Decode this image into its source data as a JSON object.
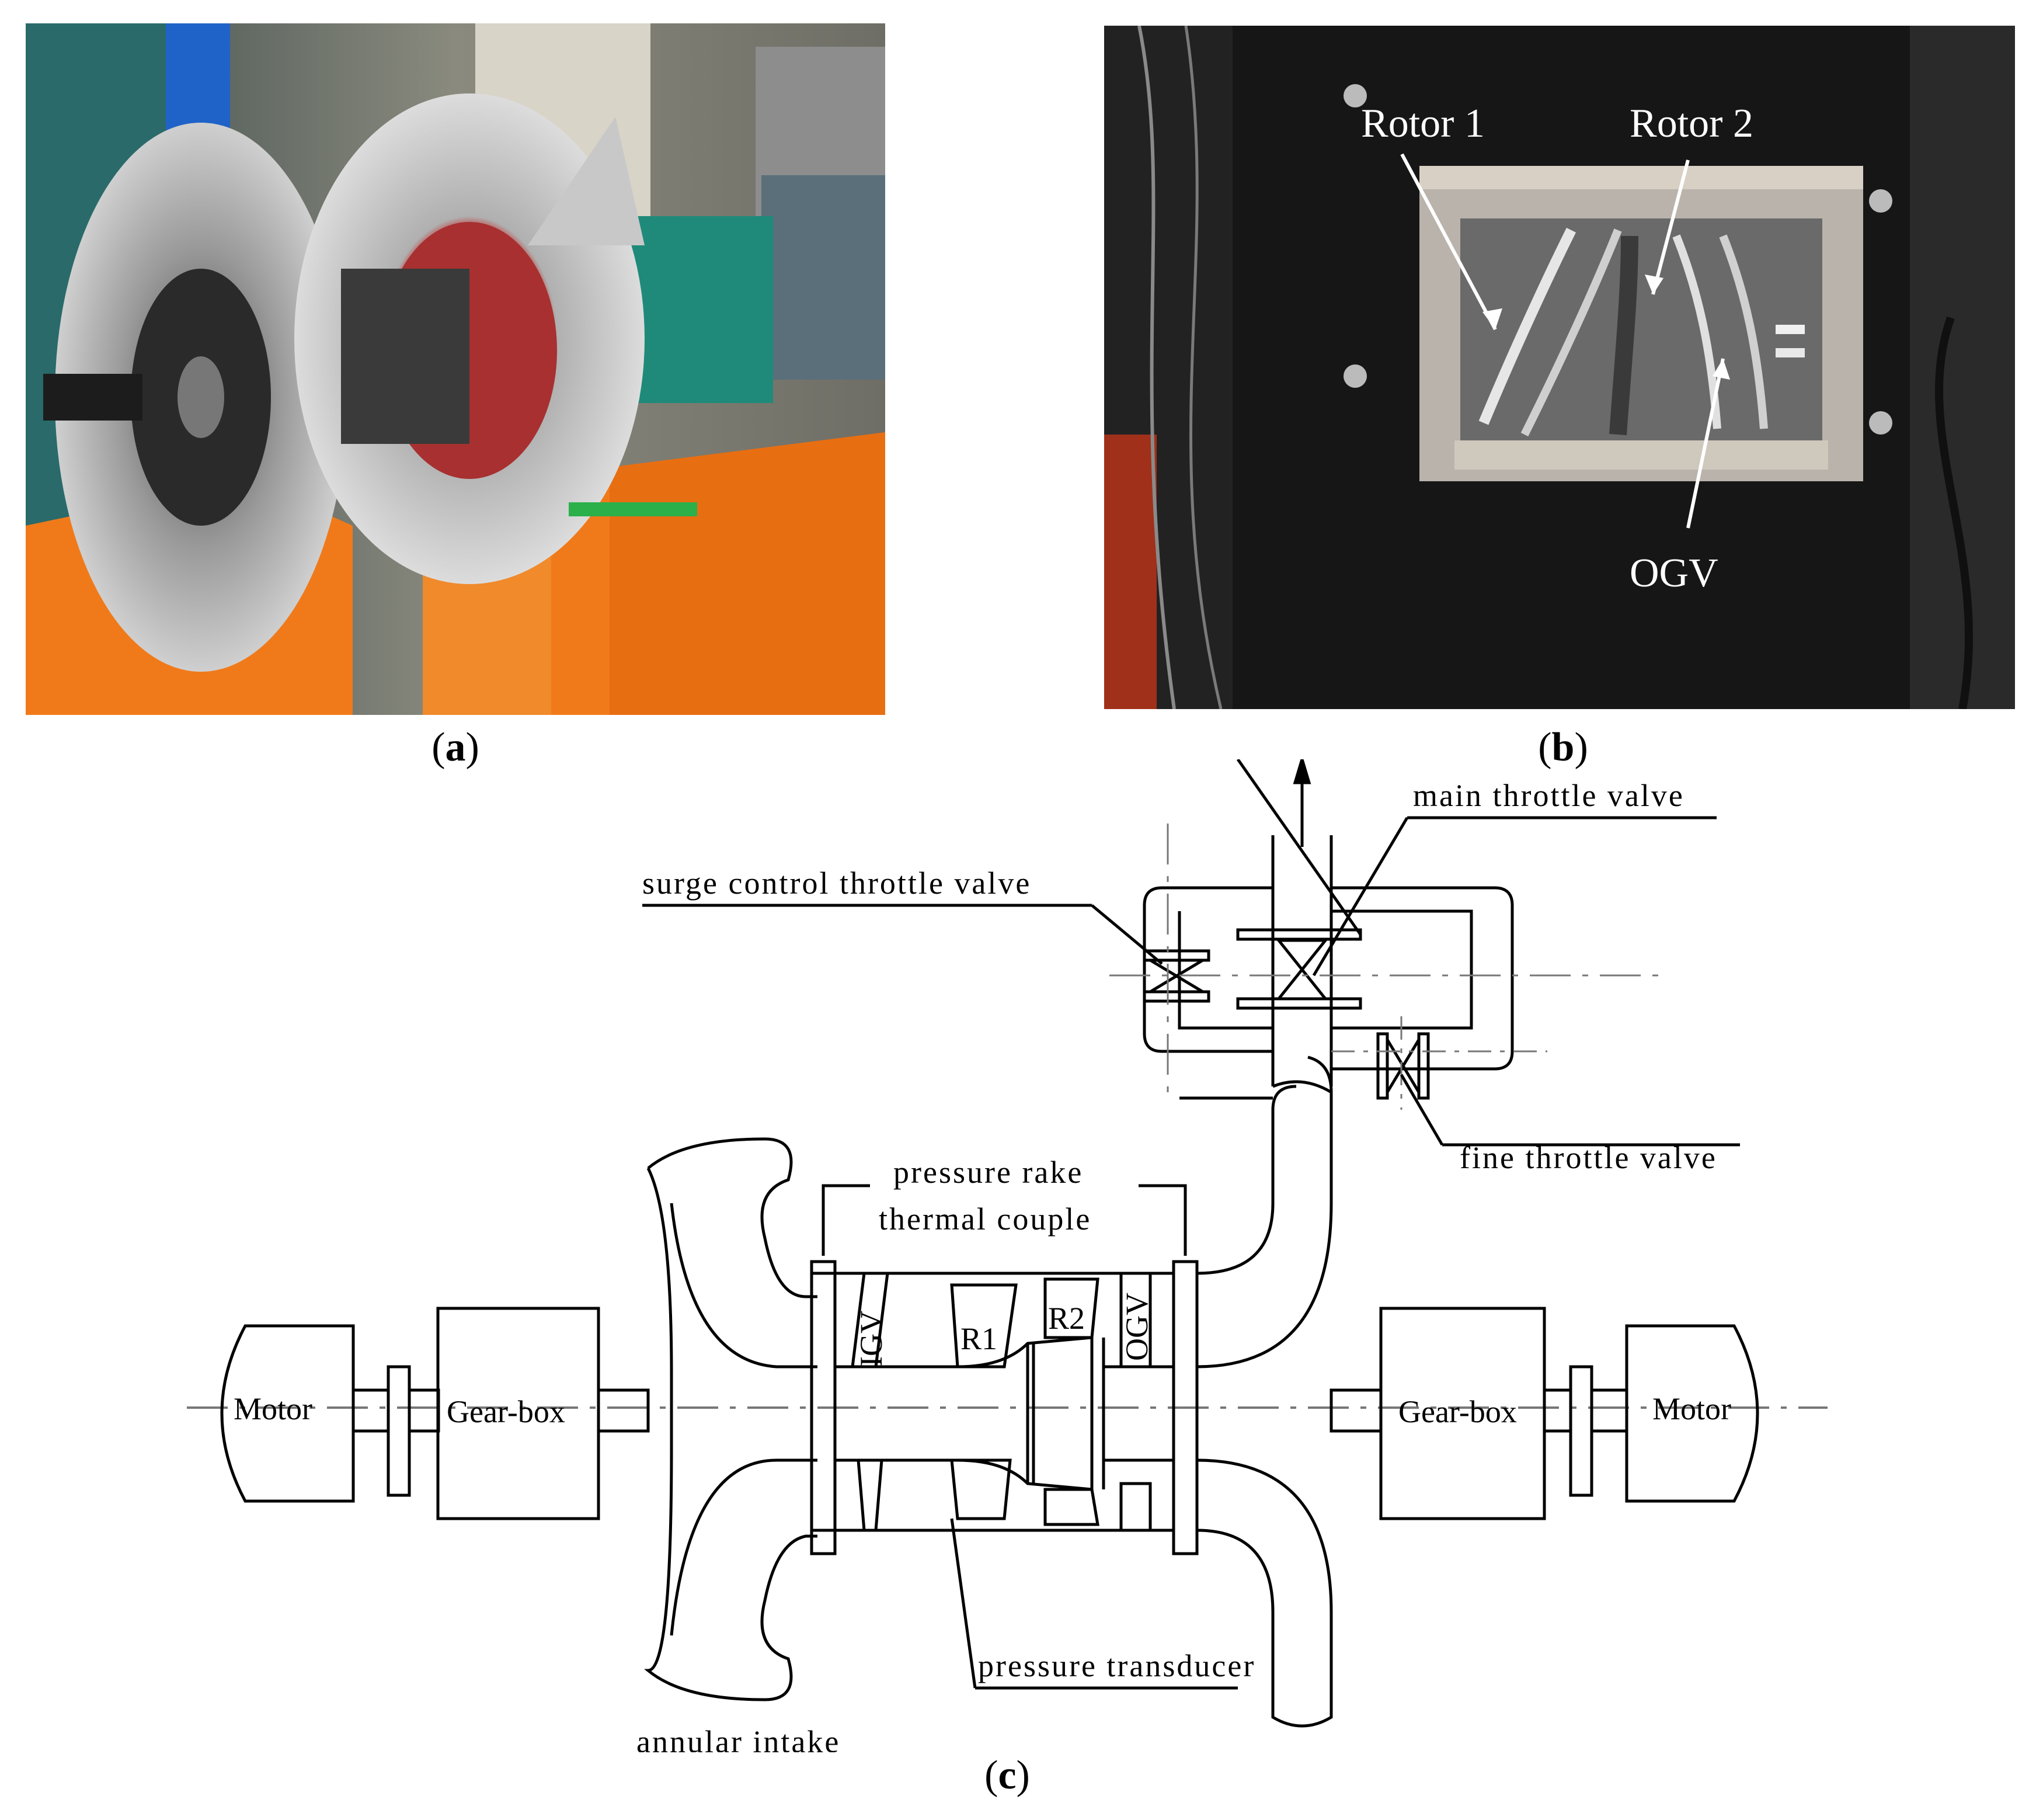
{
  "captions": {
    "a": "a",
    "b": "b",
    "c": "c"
  },
  "panel_b_labels": {
    "rotor1": "Rotor 1",
    "rotor2": "Rotor 2",
    "ogv": "OGV"
  },
  "diagram_labels": {
    "main_throttle": "main throttle valve",
    "surge_control": "surge control throttle valve",
    "fine_throttle": "fine throttle valve",
    "pressure_rake": "pressure rake",
    "thermal_couple": "thermal couple",
    "igv": "IGV",
    "r1": "R1",
    "r2": "R2",
    "ogv": "OGV",
    "motor_left": "Motor",
    "gearbox_left": "Gear-box",
    "gearbox_right": "Gear-box",
    "motor_right": "Motor",
    "pressure_transducer": "pressure transducer",
    "annular_intake": "annular intake"
  },
  "colors": {
    "frame_orange": "#f07a1a",
    "casing_silver": "#b8b8b8",
    "gear_teal": "#1f8a7a",
    "dark_bg": "#1a1a1a"
  }
}
